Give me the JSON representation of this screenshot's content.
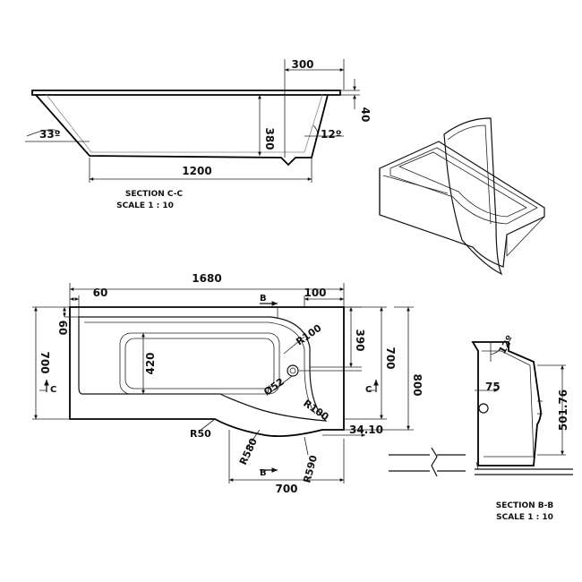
{
  "section_cc": {
    "caption": "SECTION C-C",
    "scale": "SCALE 1 : 10",
    "dim_width": "1200",
    "dim_top": "300",
    "dim_rim": "40",
    "dim_depth": "380",
    "angle_left": "33º",
    "angle_right": "12º"
  },
  "plan": {
    "dim_length": "1680",
    "dim_left": "60",
    "dim_right": "100",
    "dim_left_v": "60",
    "dim_left_width": "700",
    "dim_inner_height": "420",
    "dim_right_390": "390",
    "dim_right_700": "700",
    "dim_overall_800": "800",
    "r100_top": "R100",
    "r100_bottom": "R100",
    "waste": "Ø52",
    "r50": "R50",
    "r580": "R580",
    "r590": "R590",
    "dim_3410": "34.10",
    "dim_bottom_700": "700",
    "marker_b_top": "B",
    "marker_b_bottom": "B",
    "marker_c_left": "C",
    "marker_c_right": "C"
  },
  "section_bb": {
    "caption": "SECTION B-B",
    "scale": "SCALE 1 : 10",
    "angle": "12º",
    "dim_75": "75",
    "dim_height": "501.76"
  }
}
